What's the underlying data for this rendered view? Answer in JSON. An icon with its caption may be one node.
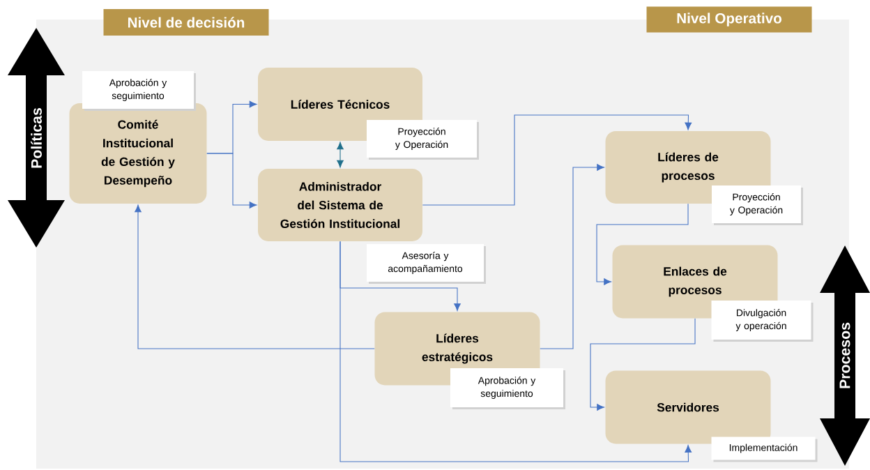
{
  "diagram": {
    "nodes": [
      {
        "text": [
          "Nivel de decisión"
        ]
      },
      {
        "text": [
          "Nivel Operativo"
        ]
      },
      {
        "text": [
          "Comité Institucional de Gestión y Desempeño"
        ],
        "beside": [
          "Aprobación y seguimiento"
        ]
      },
      {
        "text": [
          "Líderes Técnicos"
        ],
        "beside": [
          "Proyección y Operación"
        ]
      },
      {
        "text": [
          "Administrador del Sistema de Gestión Institucional"
        ],
        "beside": [
          "Asesoría y acompañamiento"
        ]
      },
      {
        "text": [
          "Líderes estratégicos"
        ],
        "beside": [
          "Aprobación y seguimiento"
        ]
      },
      {
        "text": [
          "Líderes de procesos"
        ],
        "beside": [
          "Proyección y Operación"
        ]
      },
      {
        "text": [
          "Enlaces de procesos"
        ],
        "beside": [
          "Divulgación y operación"
        ]
      },
      {
        "text": [
          "Servidores"
        ],
        "beside": [
          "Implementación"
        ]
      }
    ],
    "edges": [
      {
        "from": 2,
        "to": 3,
        "arrow": "to"
      },
      {
        "from": 2,
        "to": 4,
        "arrow": "to"
      },
      {
        "from": 3,
        "to": 4,
        "arrow": "both",
        "color": "#1f6f8b"
      },
      {
        "from": 4,
        "to": 6,
        "arrow": "to"
      },
      {
        "from": 4,
        "to": 5,
        "arrow": "to"
      },
      {
        "from": 4,
        "to": 8,
        "arrow": "to"
      },
      {
        "from": 5,
        "to": 2,
        "arrow": "to"
      },
      {
        "from": 5,
        "to": 6,
        "arrow": "to"
      },
      {
        "from": 6,
        "to": 7,
        "arrow": "to"
      },
      {
        "from": 7,
        "to": 8,
        "arrow": "to"
      }
    ],
    "labels": [
      "Políticas",
      "Procesos"
    ]
  }
}
